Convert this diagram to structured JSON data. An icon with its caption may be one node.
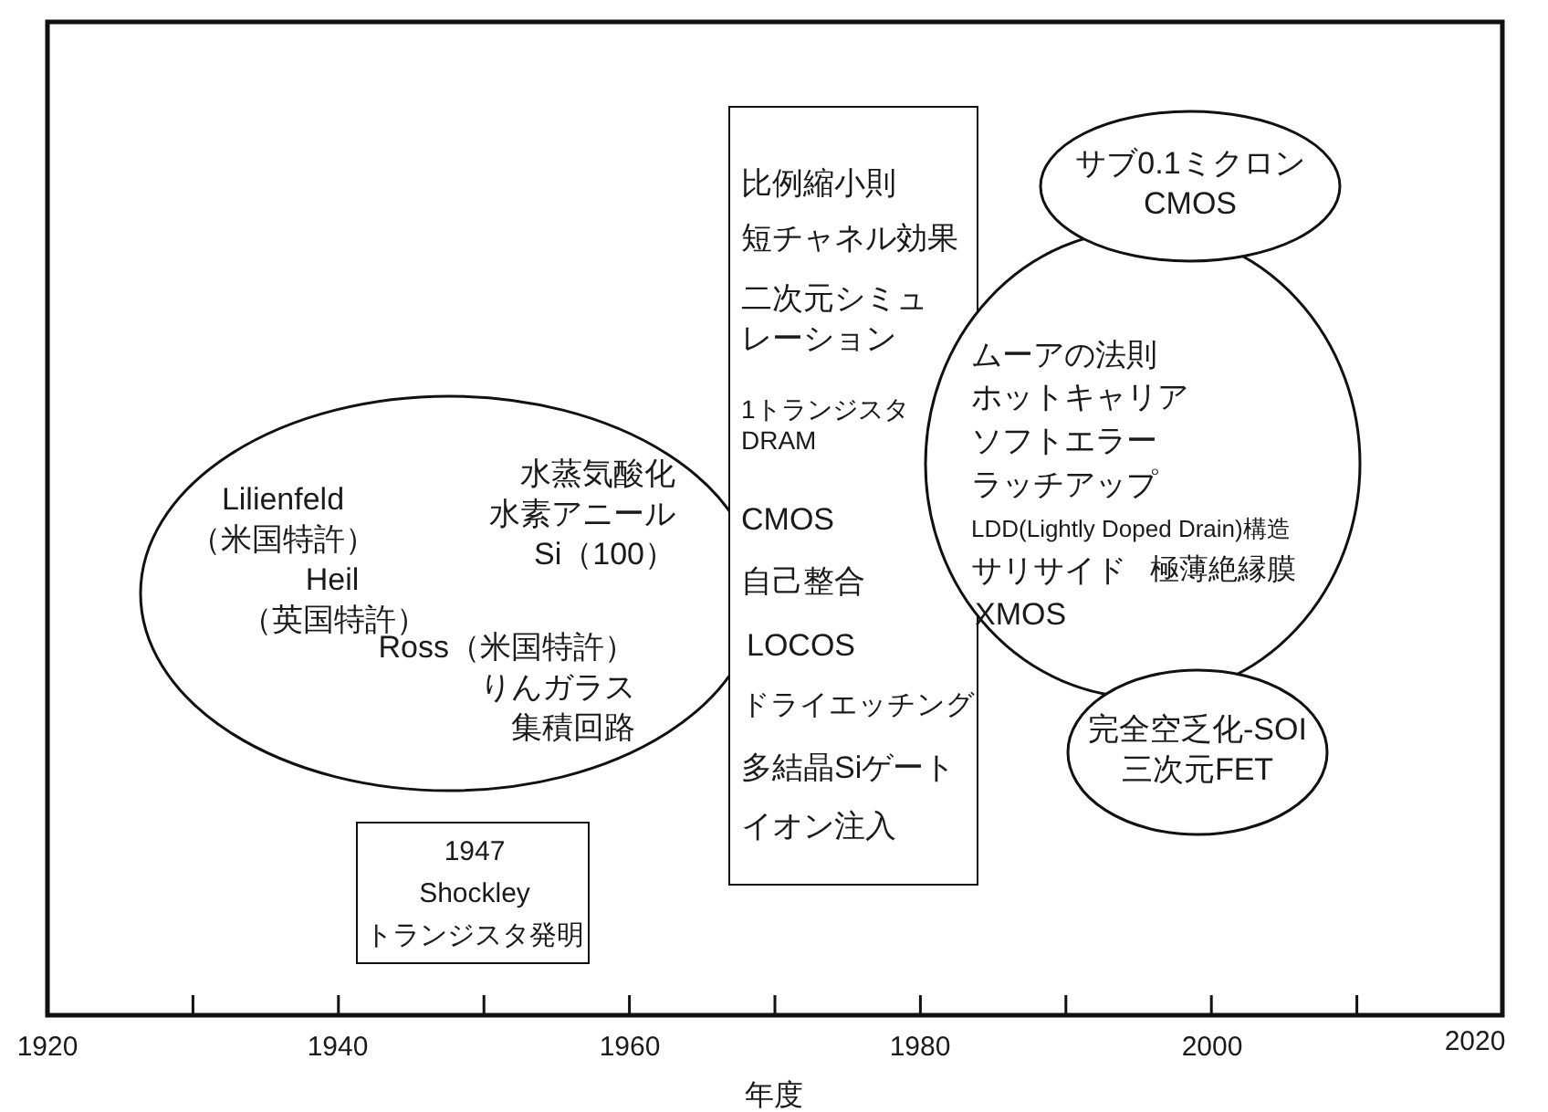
{
  "diagram": {
    "nodes": [
      {
        "text": [
          "Lilienfeld",
          "（米国特許）",
          "Heil",
          "（英国特許）",
          "水蒸気酸化",
          "水素アニール",
          "Si（100）",
          "Ross（米国特許）",
          "りんガラス",
          "集積回路"
        ]
      },
      {
        "text": [
          "比例縮小則",
          "短チャネル効果",
          "二次元シミュレーション",
          "1トランジスタDRAM",
          "CMOS",
          "自己整合",
          "LOCOS",
          "ドライエッチング",
          "多結晶Siゲート",
          "イオン注入"
        ]
      },
      {
        "text": [
          "ムーアの法則",
          "ホットキャリア",
          "ソフトエラー",
          "ラッチアップ",
          "LDD(Lightly Doped Drain)構造",
          "サリサイド",
          "極薄絶縁膜",
          "XMOS"
        ]
      },
      {
        "text": [
          "サブ0.1ミクロン CMOS"
        ]
      },
      {
        "text": [
          "完全空乏化-SOI 三次元FET"
        ]
      },
      {
        "text": [
          "1947 Shockley トランジスタ発明"
        ]
      }
    ],
    "edges": [],
    "labels": [
      "1920",
      "1940",
      "1960",
      "1980",
      "2000",
      "2020",
      "年度"
    ]
  }
}
